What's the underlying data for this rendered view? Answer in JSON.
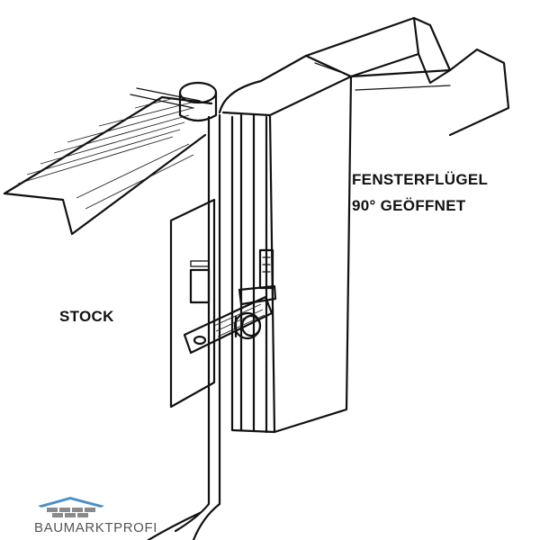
{
  "labels": {
    "sash_line_1": "FENSTERFLÜGEL",
    "sash_line_2": "90° GEÖFFNET",
    "frame": "STOCK"
  },
  "logo": {
    "text": "BAUMARKTPROFI",
    "roof_color": "#4a90c8",
    "brick_color": "#8a8a8a"
  },
  "colors": {
    "ink": "#111111",
    "background": "#ffffff"
  }
}
